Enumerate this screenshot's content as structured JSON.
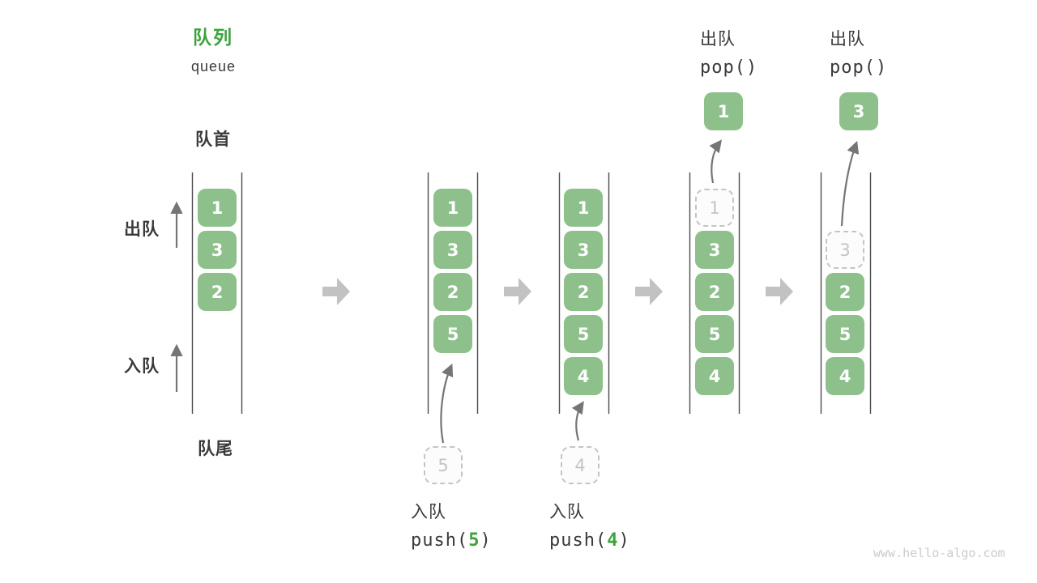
{
  "title": {
    "zh": "队列",
    "en": "queue"
  },
  "labels": {
    "front": "队首",
    "rear": "队尾",
    "dequeue_side": "出队",
    "enqueue_side": "入队"
  },
  "ops": {
    "push5": {
      "label": "入队",
      "fn": "push(",
      "arg": "5",
      "close": ")"
    },
    "push4": {
      "label": "入队",
      "fn": "push(",
      "arg": "4",
      "close": ")"
    },
    "pop1": {
      "label": "出队",
      "code": "pop()"
    },
    "pop2": {
      "label": "出队",
      "code": "pop()"
    }
  },
  "columns": [
    {
      "slots": [
        {
          "v": "1"
        },
        {
          "v": "3"
        },
        {
          "v": "2"
        }
      ]
    },
    {
      "slots": [
        {
          "v": "1"
        },
        {
          "v": "3"
        },
        {
          "v": "2"
        },
        {
          "v": "5"
        }
      ],
      "incoming": {
        "v": "5"
      }
    },
    {
      "slots": [
        {
          "v": "1"
        },
        {
          "v": "3"
        },
        {
          "v": "2"
        },
        {
          "v": "5"
        },
        {
          "v": "4"
        }
      ],
      "incoming": {
        "v": "4"
      }
    },
    {
      "slots": [
        {
          "v": "1",
          "ghost": true
        },
        {
          "v": "3"
        },
        {
          "v": "2"
        },
        {
          "v": "5"
        },
        {
          "v": "4"
        }
      ],
      "popped": {
        "v": "1"
      }
    },
    {
      "slots": [
        {
          "v": "3",
          "ghost": true
        },
        {
          "v": "2"
        },
        {
          "v": "5"
        },
        {
          "v": "4"
        }
      ],
      "popped": {
        "v": "3"
      }
    }
  ],
  "watermark": "www.hello-algo.com",
  "colors": {
    "green_box": "#8DC08B",
    "green_text": "#3CA33C",
    "dark_text": "#3A3A3A",
    "ghost_gray": "#C4C4C4",
    "block_arrow": "#C2C2C2",
    "thin_arrow": "#757575",
    "line_gray": "#4D4D4D",
    "watermark_gray": "#CBCBCB"
  }
}
